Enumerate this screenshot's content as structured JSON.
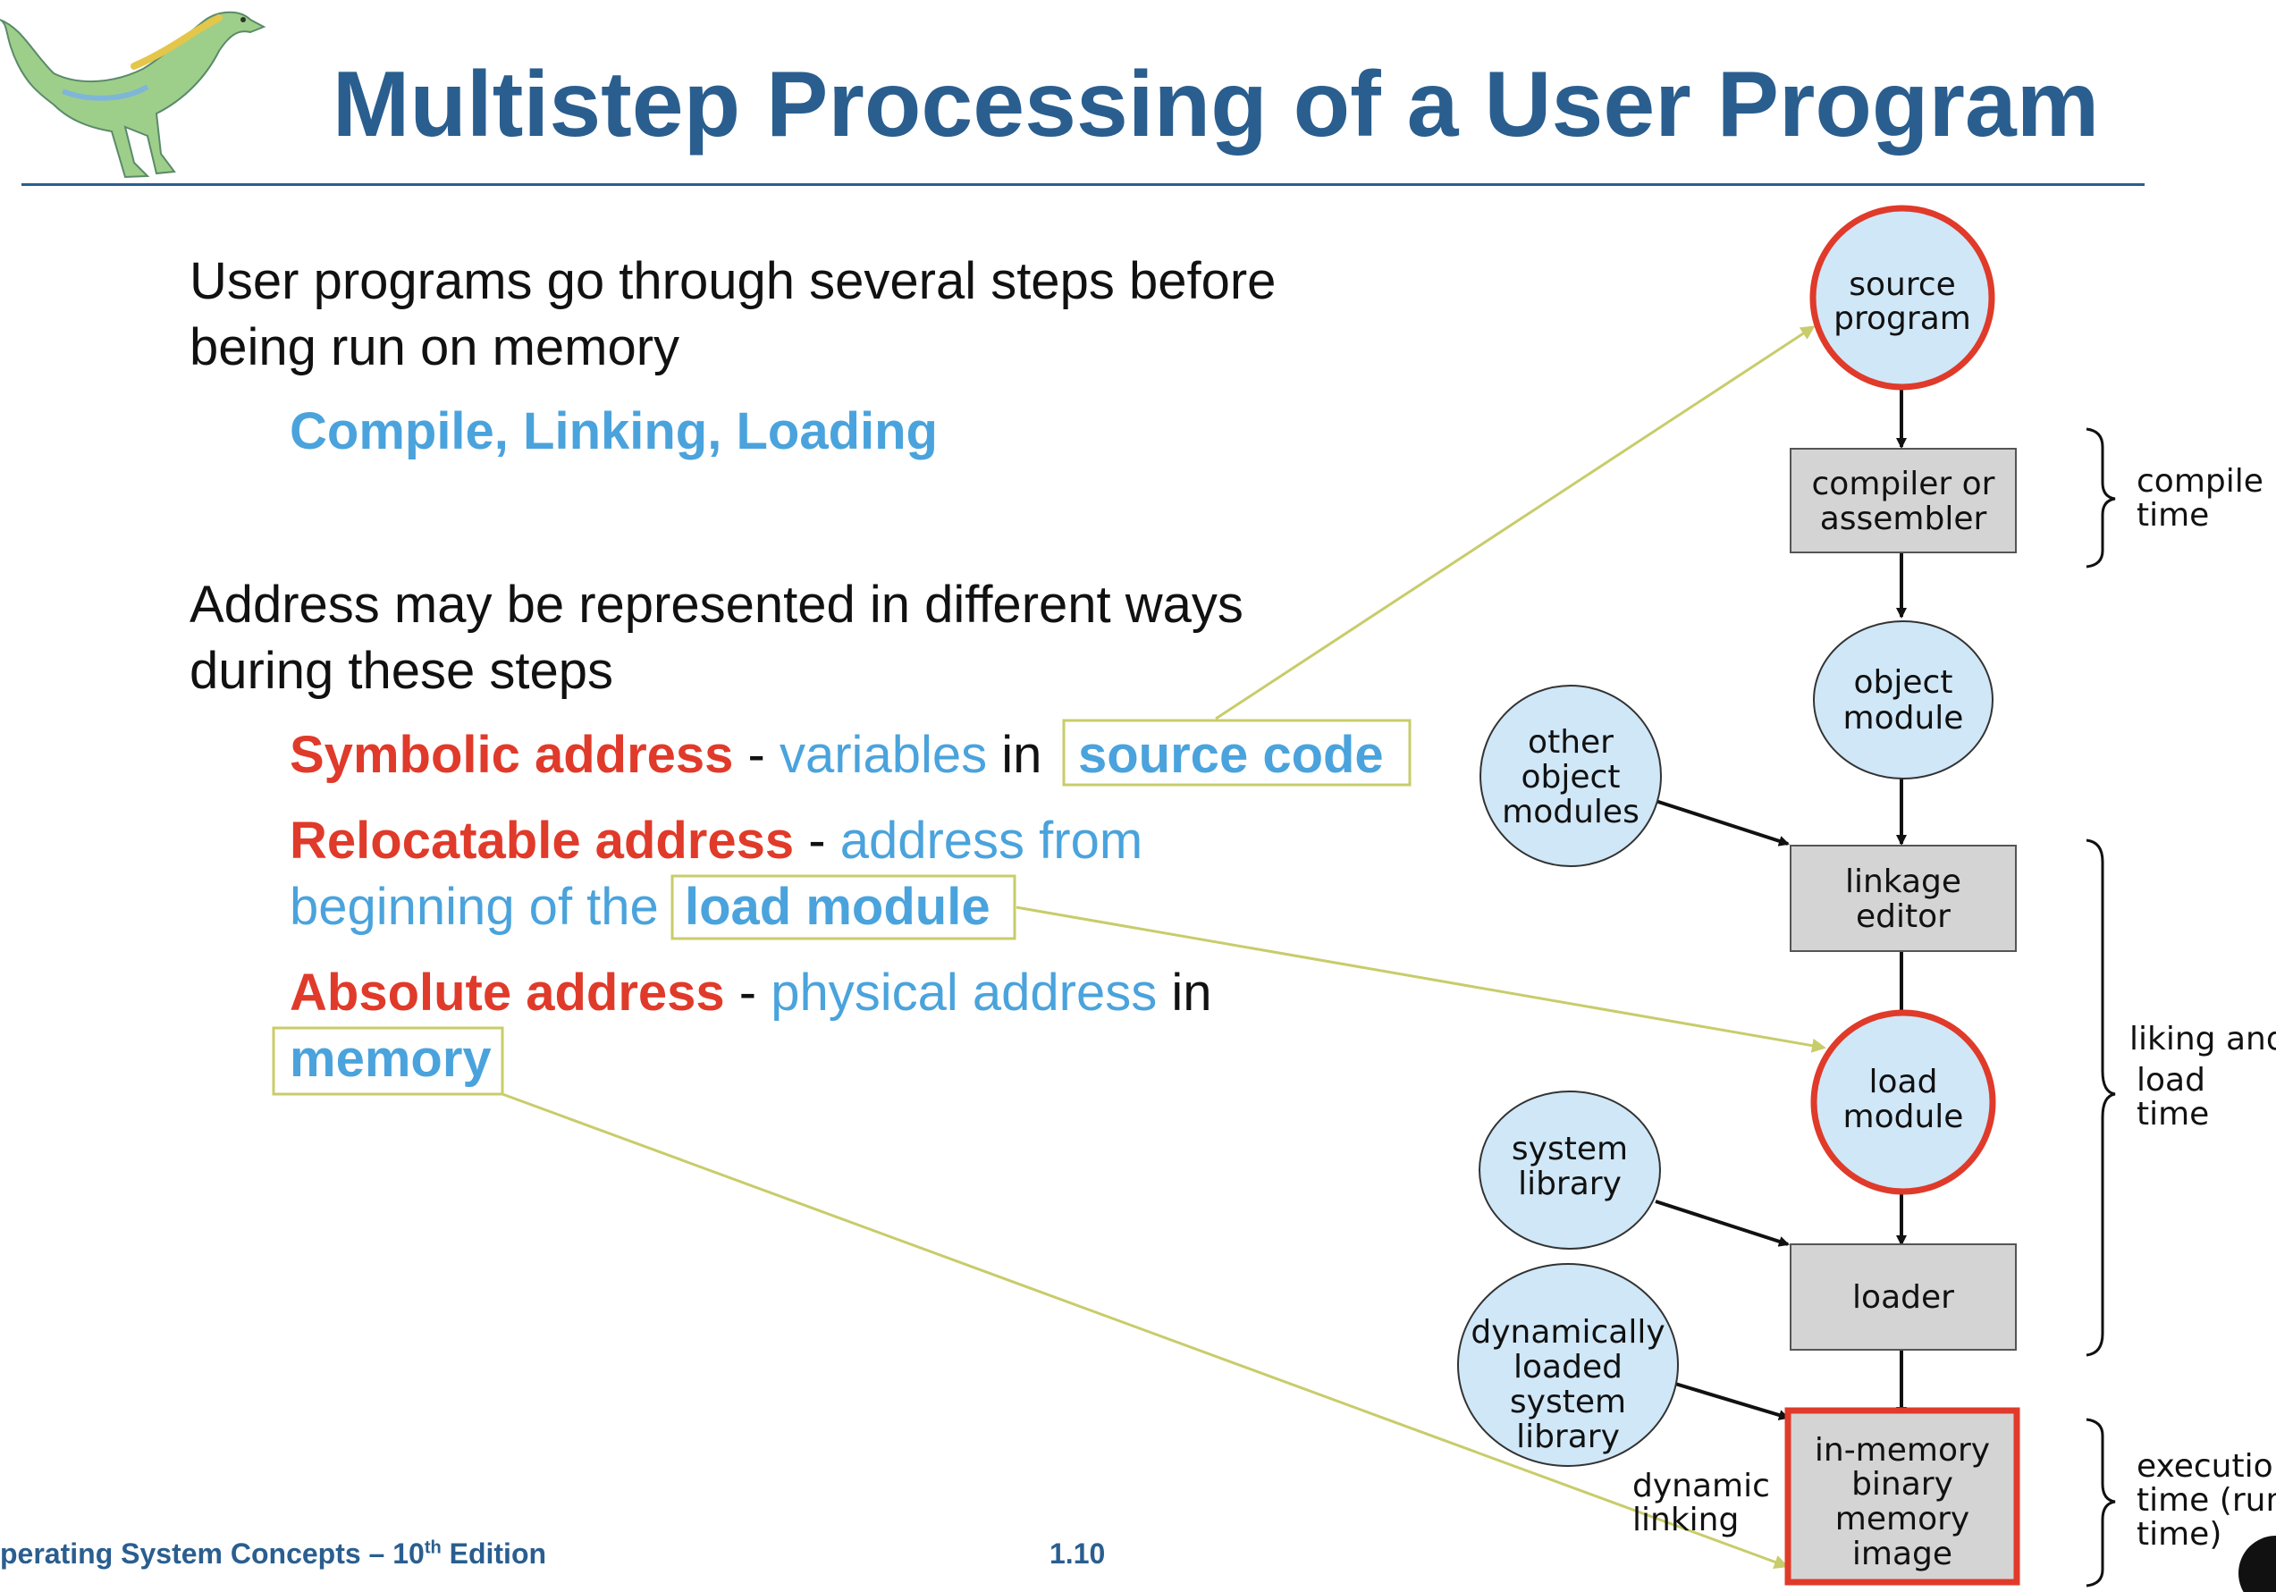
{
  "slide": {
    "title": "Multistep Processing of a User Program",
    "intro_line1": "User programs go through several steps before",
    "intro_line2": "being run on memory",
    "steps": "Compile, Linking, Loading",
    "address_line1": "Address may be represented in different ways",
    "address_line2": "during these steps",
    "symbolic": {
      "term": "Symbolic address",
      "sep": " - ",
      "desc": "variables",
      "mid": " in",
      "box": "source code"
    },
    "relocatable": {
      "term": "Relocatable address",
      "sep": " - ",
      "desc1": "address from",
      "desc2": "beginning of the",
      "box": "load module"
    },
    "absolute": {
      "term": "Absolute address",
      "sep": " - ",
      "desc": "physical address",
      "mid": " in",
      "box": "memory"
    }
  },
  "footer": {
    "book_prefix": "perating System Concepts – 10",
    "book_sup": "th",
    "book_suffix": " Edition",
    "page": "1.10"
  },
  "diagram": {
    "source_program": [
      "source",
      "program"
    ],
    "compiler": [
      "compiler or",
      "assembler"
    ],
    "object_module": [
      "object",
      "module"
    ],
    "other_object_modules": [
      "other",
      "object",
      "modules"
    ],
    "linkage_editor": [
      "linkage",
      "editor"
    ],
    "load_module": [
      "load",
      "module"
    ],
    "system_library": [
      "system",
      "library"
    ],
    "loader": "loader",
    "dynamic_library": [
      "dynamically",
      "loaded",
      "system",
      "library"
    ],
    "in_memory_image": [
      "in-memory",
      "binary",
      "memory",
      "image"
    ],
    "dynamic_linking": [
      "dynamic",
      "linking"
    ],
    "compile_time": [
      "compile",
      "time"
    ],
    "load_time": [
      "liking and",
      "load",
      "time"
    ],
    "execution_time": [
      "executio",
      "time (run",
      "time)"
    ]
  },
  "colors": {
    "title": "#2a5e8f",
    "red": "#e03a2a",
    "blue": "#4aa3dc",
    "connector": "#c8cc6a",
    "node_fill": "#cfe7f7",
    "box_fill": "#d4d4d4"
  }
}
